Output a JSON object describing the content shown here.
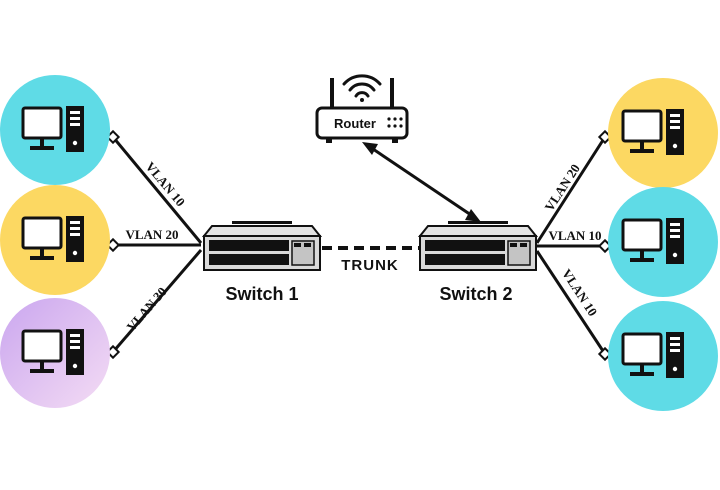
{
  "labels": {
    "switch1": "Switch 1",
    "switch2": "Switch 2",
    "trunk": "TRUNK",
    "router": "Router",
    "left_links": [
      "VLAN 10",
      "VLAN 20",
      "VLAN 30"
    ],
    "right_links": [
      "VLAN 20",
      "VLAN 10",
      "VLAN 10"
    ]
  },
  "colors": {
    "cyan": "#5fdbe6",
    "yellow": "#fcd862",
    "lavender": "#dcb4f0",
    "line": "#111111",
    "switch_body": "#d9d9d9"
  },
  "icons": {
    "computer": "computer-icon",
    "switch": "network-switch-icon",
    "router": "router-icon",
    "wifi": "wifi-icon"
  }
}
